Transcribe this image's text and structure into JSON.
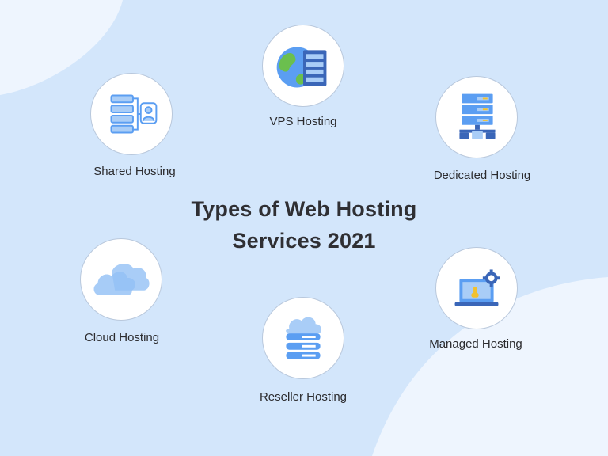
{
  "title": {
    "line1": "Types of Web Hosting",
    "line2": "Services 2021"
  },
  "colors": {
    "background": "#d3e6fb",
    "corner_light": "#eef5fe",
    "icon_blue": "#5b9ef2",
    "icon_light_blue": "#a9cdf7",
    "icon_dark_blue": "#3a66b8",
    "icon_green": "#6bbf4e",
    "icon_yellow": "#f2c12e"
  },
  "items": [
    {
      "label": "VPS Hosting",
      "icon": "globe-server-icon"
    },
    {
      "label": "Shared Hosting",
      "icon": "shared-server-user-icon"
    },
    {
      "label": "Dedicated Hosting",
      "icon": "server-rack-icon"
    },
    {
      "label": "Cloud Hosting",
      "icon": "cloud-icon"
    },
    {
      "label": "Managed Hosting",
      "icon": "laptop-gear-wrench-icon"
    },
    {
      "label": "Reseller Hosting",
      "icon": "cloud-server-stack-icon"
    }
  ]
}
